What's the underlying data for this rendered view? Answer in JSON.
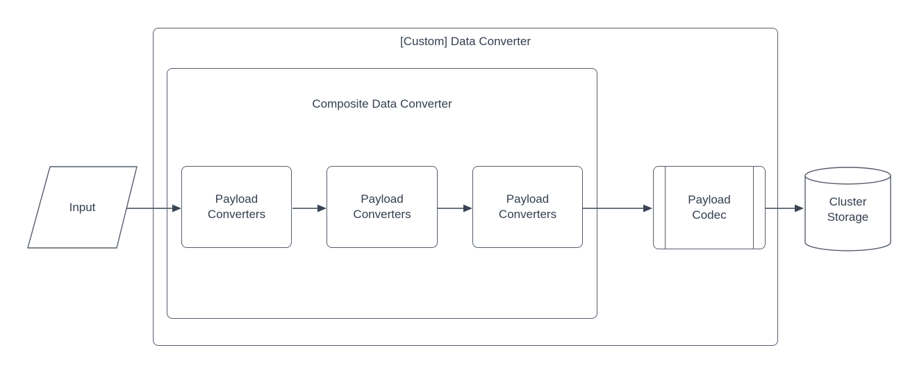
{
  "diagram": {
    "outer_container": {
      "label": "[Custom] Data Converter"
    },
    "inner_container": {
      "label": "Composite Data Converter"
    },
    "input_node": {
      "label": "Input",
      "shape": "parallelogram"
    },
    "payload_converter_nodes": [
      {
        "label": "Payload Converters"
      },
      {
        "label": "Payload Converters"
      },
      {
        "label": "Payload Converters"
      }
    ],
    "payload_codec_node": {
      "label": "Payload Codec",
      "shape": "predefined-process"
    },
    "cluster_storage_node": {
      "label": "Cluster Storage",
      "shape": "cylinder"
    },
    "flow": "Input -> Payload Converters -> Payload Converters -> Payload Converters -> Payload Codec -> Cluster Storage",
    "colors": {
      "shape_stroke": "#545d6a",
      "arrow": "#3a4554",
      "text": "#333e4e",
      "background": "#ffffff"
    }
  }
}
